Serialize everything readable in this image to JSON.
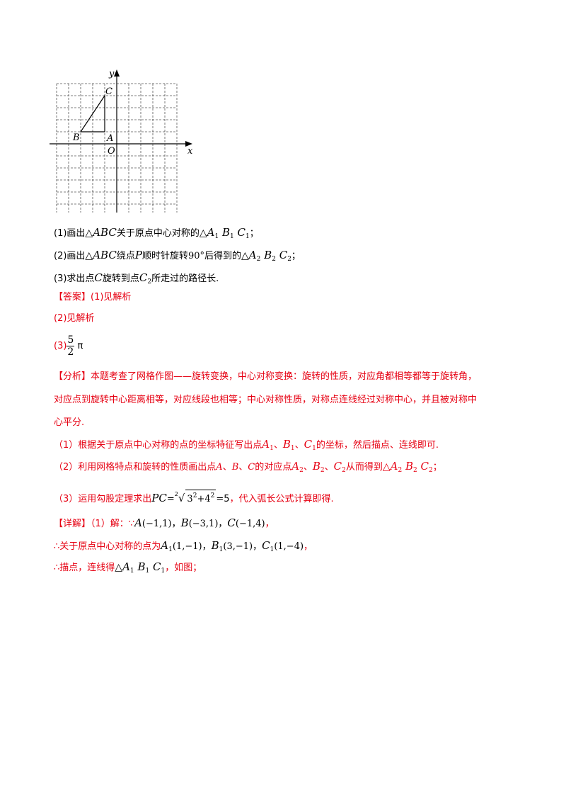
{
  "figure": {
    "axis_labels": {
      "x": "x",
      "y": "y",
      "origin": "O"
    },
    "points": {
      "A": "A",
      "B": "B",
      "C": "C"
    }
  },
  "questions": {
    "q1": {
      "prefix": "(1)画出",
      "tri": "△",
      "abc": "ABC",
      "mid": "关于原点中心对称的",
      "tri2": "△",
      "a": "A",
      "b": "B",
      "c": "C",
      "sub": "1",
      "end": "；"
    },
    "q2": {
      "prefix": "(2)画出",
      "tri": "△",
      "abc": "ABC",
      "mid1": "绕点",
      "p": "P",
      "mid2": "顺时针旋转",
      "angle": "90",
      "deg": "°",
      "mid3": "后得到的",
      "tri2": "△",
      "a": "A",
      "b": "B",
      "c": "C",
      "sub": "2",
      "end": "；"
    },
    "q3": {
      "prefix": "(3)求出点",
      "c": "C",
      "mid": "旋转到点",
      "c2": "C",
      "sub": "2",
      "end": "所走过的路径长."
    }
  },
  "answer": {
    "tag": "【答案】",
    "a1": "(1)见解析",
    "a2": "(2)见解析",
    "a3_prefix": "(3)",
    "a3_num": "5",
    "a3_den": "2",
    "a3_pi": "π"
  },
  "analysis": {
    "tag": "【分析】",
    "line1": "本题考查了网格作图——旋转变换，中心对称变换：旋转的性质，对应角都相等都等于旋转角，",
    "line2": "对应点到旋转中心距离相等，对应线段也相等；中心对称性质，对称点连线经过对称中心，并且被对称中",
    "line3": "心平分.",
    "s1": {
      "prefix": "（1）根据关于原点中心对称的点的坐标特征写出点",
      "a": "A",
      "sep1": "、",
      "b": "B",
      "sep2": "、",
      "c": "C",
      "sub": "1",
      "end": "的坐标，然后描点、连线即可."
    },
    "s2": {
      "prefix": "（2）利用网格特点和旋转的性质画出点",
      "a": "A",
      "sep1": "、",
      "b": "B",
      "sep2": "、",
      "c": "C",
      "mid": "的对应点",
      "a2": "A",
      "sep3": "、",
      "b2": "B",
      "sep4": "、",
      "c2": "C",
      "sub": "2",
      "mid2": "从而得到",
      "tri": "△",
      "end": "；"
    },
    "s3": {
      "prefix": "（3）运用勾股定理求出",
      "pc": "PC",
      "eq": "=",
      "root_index": "2",
      "b1": "3",
      "plus": "+",
      "b2": "4",
      "exp": "2",
      "eq2": "=",
      "result": "5",
      "end": "，代入弧长公式计算即得."
    }
  },
  "detail": {
    "tag": "【详解】",
    "l1_prefix": "（1）解：",
    "because": "∵",
    "A": "A",
    "A_coord": "(−1,1)",
    "comma1": "，",
    "B": "B",
    "B_coord": "(−3,1)",
    "comma2": "，",
    "C": "C",
    "C_coord": "(−1,4)",
    "comma3": "，",
    "therefore": "∴",
    "l2_prefix": "关于原点中心对称的点为",
    "A1": "A",
    "A1_coord": "(1,−1)",
    "B1": "B",
    "B1_coord": "(3,−1)",
    "C1": "C",
    "C1_coord": "(1,−4)",
    "sub1": "1",
    "l3_prefix": "描点，连线得",
    "tri": "△",
    "l3_end": "，如图；"
  }
}
